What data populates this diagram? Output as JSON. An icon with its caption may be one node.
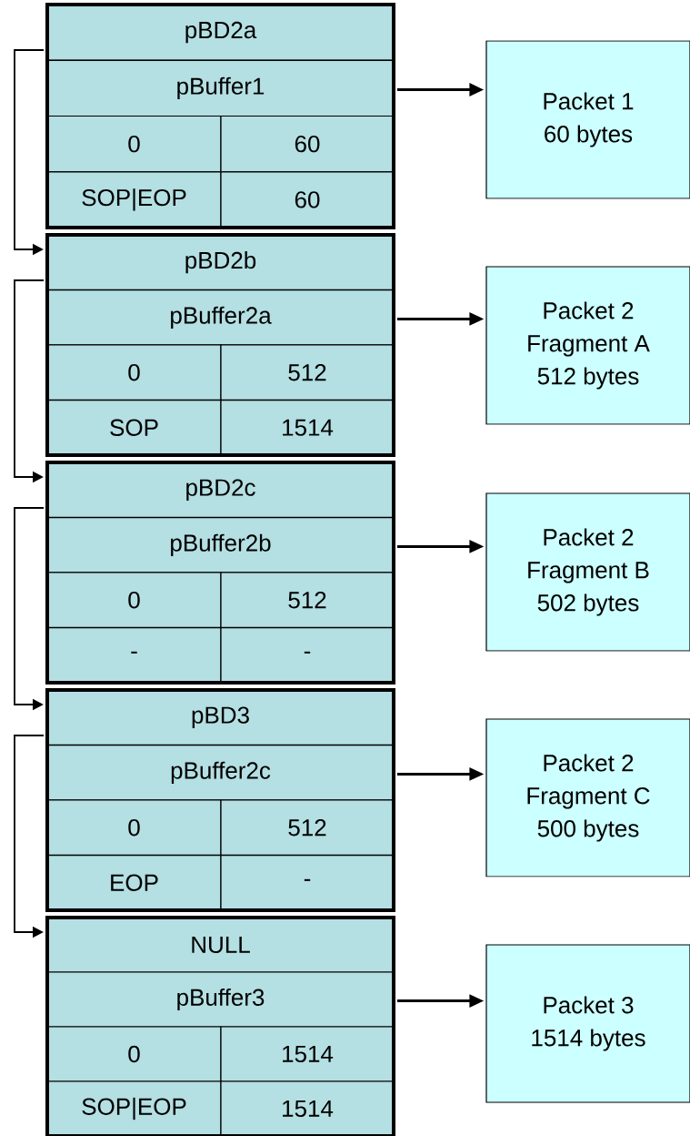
{
  "diagram": {
    "nodes": [
      {
        "text": [
          "pBD2a",
          "pBuffer1",
          "0",
          "60",
          "SOP|EOP",
          "60"
        ]
      },
      {
        "text": [
          "Packet 1",
          "60 bytes"
        ]
      },
      {
        "text": [
          "pBD2b",
          "pBuffer2a",
          "0",
          "512",
          "SOP",
          "1514"
        ]
      },
      {
        "text": [
          "Packet 2",
          "Fragment A",
          "512 bytes"
        ]
      },
      {
        "text": [
          "pBD2c",
          "pBuffer2b",
          "0",
          "512",
          "-",
          "-"
        ]
      },
      {
        "text": [
          "Packet 2",
          "Fragment B",
          "502 bytes"
        ]
      },
      {
        "text": [
          "pBD3",
          "pBuffer2c",
          "0",
          "512",
          "EOP",
          "-"
        ]
      },
      {
        "text": [
          "Packet 2",
          "Fragment C",
          "500 bytes"
        ]
      },
      {
        "text": [
          "NULL",
          "pBuffer3",
          "0",
          "1514",
          "SOP|EOP",
          "1514"
        ]
      },
      {
        "text": [
          "Packet 3",
          "1514 bytes"
        ]
      }
    ],
    "edges": [
      {
        "from": 0,
        "to": 1,
        "arrow": "to"
      },
      {
        "from": 0,
        "to": 2,
        "arrow": "to"
      },
      {
        "from": 2,
        "to": 3,
        "arrow": "to"
      },
      {
        "from": 2,
        "to": 4,
        "arrow": "to"
      },
      {
        "from": 4,
        "to": 5,
        "arrow": "to"
      },
      {
        "from": 4,
        "to": 6,
        "arrow": "to"
      },
      {
        "from": 6,
        "to": 7,
        "arrow": "to"
      },
      {
        "from": 6,
        "to": 8,
        "arrow": "to"
      },
      {
        "from": 8,
        "to": 9,
        "arrow": "to"
      }
    ]
  }
}
